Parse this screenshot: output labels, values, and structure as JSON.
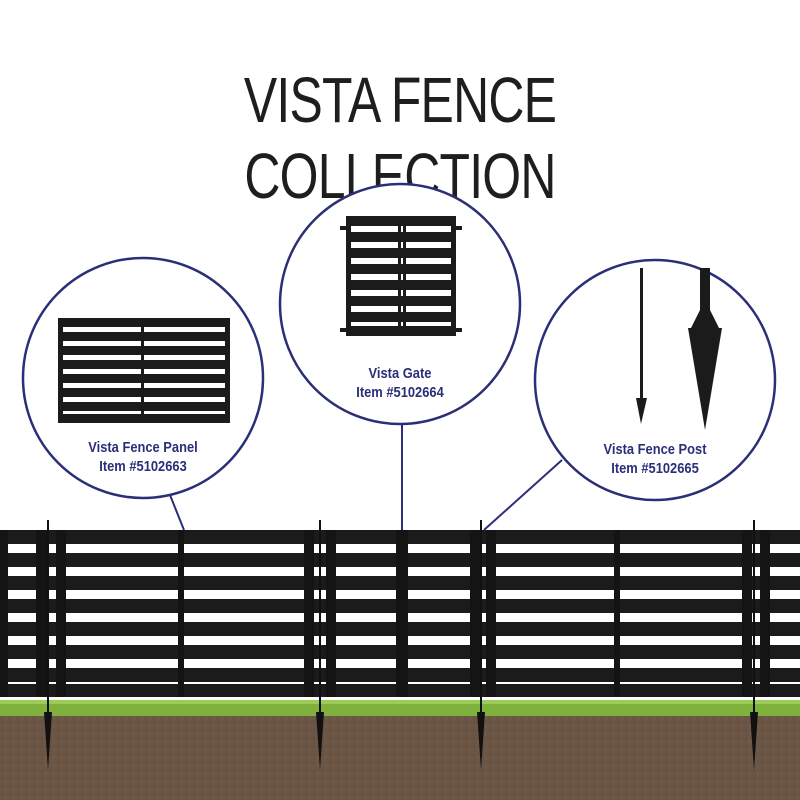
{
  "headline": "VISTA FENCE COLLECTION",
  "products": [
    {
      "name": "Vista Fence Panel",
      "item": "Item #5102663",
      "icon": "fence-panel-icon"
    },
    {
      "name": "Vista Gate",
      "item": "Item #5102664",
      "icon": "gate-icon"
    },
    {
      "name": "Vista Fence Post",
      "item": "Item #5102665",
      "icon": "fence-post-icon"
    }
  ],
  "colors": {
    "text": "#1e1e1e",
    "accent": "#2b2f78",
    "fence": "#1b1b1b",
    "grass": "#7fb23c",
    "soil": "#6b5645"
  }
}
